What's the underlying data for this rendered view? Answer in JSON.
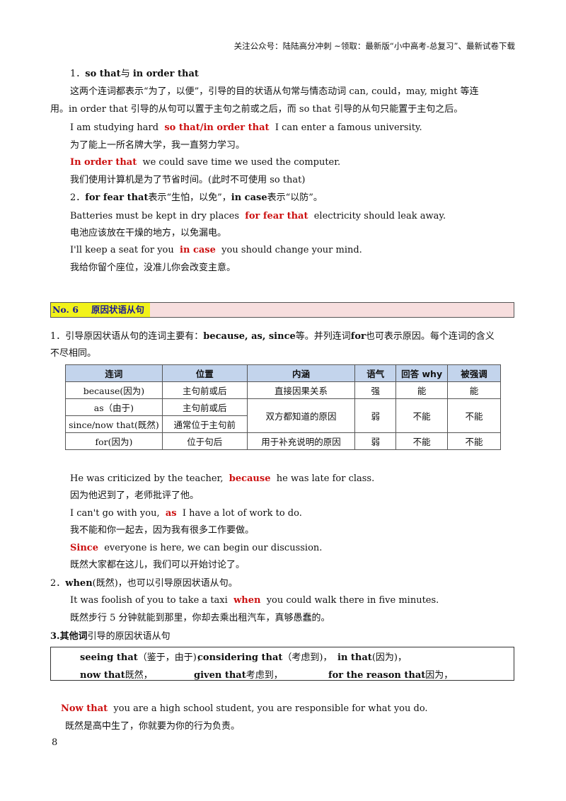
{
  "header": "关注公众号：陆陆高分冲刺  ~领取：最新版“小中高考-总复习”、最新试卷下载",
  "s1": {
    "title_num": "1．",
    "title_b1": "so that",
    "title_mid": "与",
    "title_b2": "in order that",
    "para_l1": "这两个连词都表示“为了，以便”，引导的目的状语从句常与情态动词 can, could，may, might 等连",
    "para_l2": "用。in order that 引导的从句可以置于主句之前或之后，而 so that 引导的从句只能置于主句之后。",
    "ex1_pre": "I am studying hard",
    "ex1_hl": "so that/in order that",
    "ex1_post": "I can enter a famous university.",
    "ex1_cn": "为了能上一所名牌大学，我一直努力学习。",
    "ex2_hl": "In order that",
    "ex2_post": "we could save time we used the computer.",
    "ex2_cn": "我们使用计算机是为了节省时间。(此时不可使用 so that)"
  },
  "s2": {
    "title_num": "2．",
    "title_b1": "for fear that",
    "title_mid": "表示“生怕，以免”，",
    "title_b2": "in case",
    "title_end": "表示“以防”。",
    "ex1_pre": "Batteries must be kept in dry places",
    "ex1_hl": "for fear that",
    "ex1_post": "electricity should leak away.",
    "ex1_cn": "电池应该放在干燥的地方，以免漏电。",
    "ex2_pre": "I'll keep a seat for you",
    "ex2_hl": "in case",
    "ex2_post": "you should change your mind.",
    "ex2_cn": "我给你留个座位，没准儿你会改变主意。"
  },
  "section": {
    "no": "No. 6",
    "title": "原因状语从句"
  },
  "s3": {
    "intro_l1_a": "1．引导原因状语从句的连词主要有：",
    "intro_l1_b": "because, as, since",
    "intro_l1_c": "等。并列连词",
    "intro_l1_d": "for",
    "intro_l1_e": "也可表示原因。每个连词的含义",
    "intro_l2": "不尽相同。"
  },
  "table": {
    "headers": [
      "连词",
      "位置",
      "内涵",
      "语气",
      "回答 why",
      "被强调"
    ],
    "rows": [
      [
        "because(因为)",
        "主句前或后",
        "直接因果关系",
        "强",
        "能",
        "能"
      ],
      [
        "as（由于)",
        "主句前或后",
        "双方都知道的原因",
        "弱",
        "不能",
        "不能"
      ],
      [
        "since/now that(既然)",
        "通常位于主句前"
      ],
      [
        "for(因为)",
        "位于句后",
        "用于补充说明的原因",
        "弱",
        "不能",
        "不能"
      ]
    ]
  },
  "s3ex": {
    "ex1_pre": "He was criticized by the teacher,",
    "ex1_hl": "because",
    "ex1_post": "he was late for class.",
    "ex1_cn": "因为他迟到了，老师批评了他。",
    "ex2_pre": "I can't go with you,",
    "ex2_hl": "as",
    "ex2_post": "I   have a lot of work to do.",
    "ex2_cn": "我不能和你一起去，因为我有很多工作要做。",
    "ex3_hl": "Since",
    "ex3_post": "everyone is here, we can begin our discussion.",
    "ex3_cn": "既然大家都在这儿，我们可以开始讨论了。"
  },
  "s4": {
    "title_num": "2．",
    "title_b": "when",
    "title_rest": "(既然)，也可以引导原因状语从句。",
    "ex_pre": "It was foolish of you to take a taxi",
    "ex_hl": "when",
    "ex_post": "you could walk there in five minutes.",
    "ex_cn": "既然步行 5 分钟就能到那里，你却去乘出租汽车，真够愚蠢的。"
  },
  "s5": {
    "title_b": "3.其他词",
    "title_rest": "引导的原因状语从句",
    "box_r1_c1_b": "seeing that",
    "box_r1_c1": "（鉴于，由于)，",
    "box_r1_c2_b": "considering that",
    "box_r1_c2": "（考虑到)，",
    "box_r1_c3_b": "in that",
    "box_r1_c3": "(因为)，",
    "box_r2_c1_b": "now that",
    "box_r2_c1": "既然，",
    "box_r2_c2_b": "given that",
    "box_r2_c2": "考虑到，",
    "box_r2_c3_b": "for the reason that",
    "box_r2_c3": "因为，",
    "ex_hl": "Now that",
    "ex_post": "you are a high school student, you are responsible for what you do.",
    "ex_cn": "既然是高中生了，你就要为你的行为负责。"
  },
  "page_number": "8"
}
